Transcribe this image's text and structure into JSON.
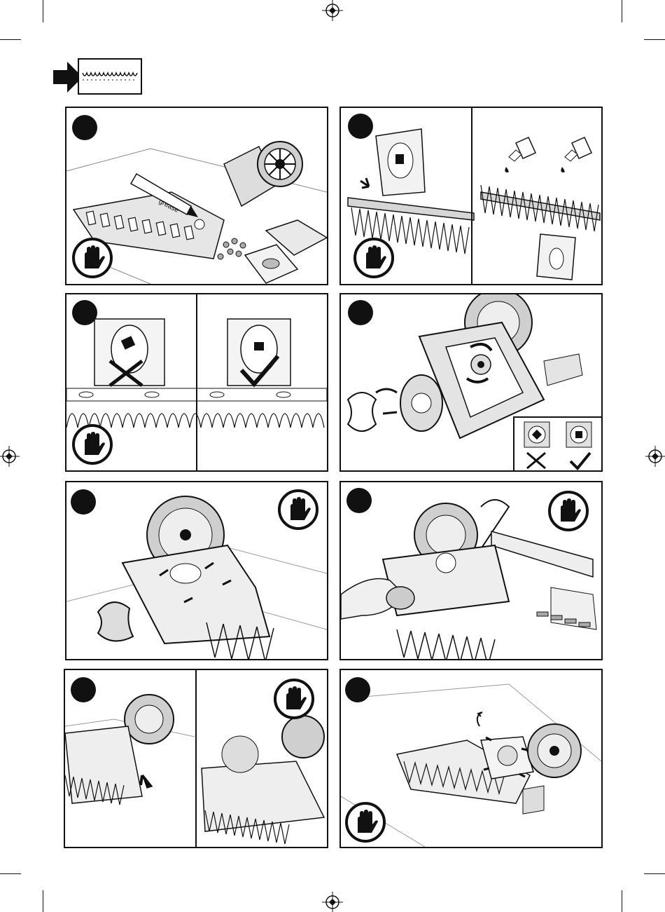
{
  "header": {
    "icon": "arrow-right-blade-icon"
  },
  "panels": [
    {
      "id": 1,
      "glove_icon": true,
      "grease_text": "grease"
    },
    {
      "id": 2,
      "glove_icon": true
    },
    {
      "id": 3,
      "glove_icon": true
    },
    {
      "id": 4,
      "glove_icon": false
    },
    {
      "id": 5,
      "glove_icon": true
    },
    {
      "id": 6,
      "glove_icon": true
    },
    {
      "id": 7,
      "glove_icon": true
    },
    {
      "id": 8,
      "glove_icon": true
    }
  ],
  "colors": {
    "ink": "#111111",
    "paper": "#ffffff",
    "shade": "#bdbdbd",
    "light": "#e6e6e6"
  },
  "icons": [
    "registration-mark-icon",
    "glove-icon",
    "oil-bottle-icon",
    "cross-icon",
    "check-icon",
    "arrow-icon"
  ]
}
